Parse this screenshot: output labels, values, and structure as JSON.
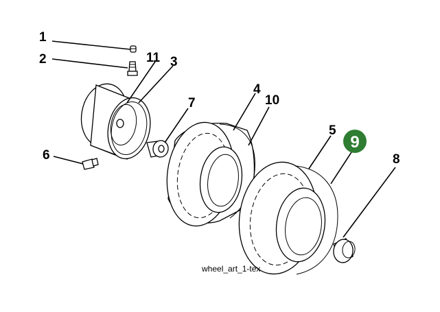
{
  "diagram": {
    "caption": "wheel_art_1-tex",
    "labels": [
      "1",
      "2",
      "11",
      "3",
      "7",
      "4",
      "10",
      "5",
      "9",
      "8",
      "6"
    ],
    "highlight_label": "9",
    "highlight_color": "#2e7d32",
    "highlight_text_color": "#ffffff"
  }
}
